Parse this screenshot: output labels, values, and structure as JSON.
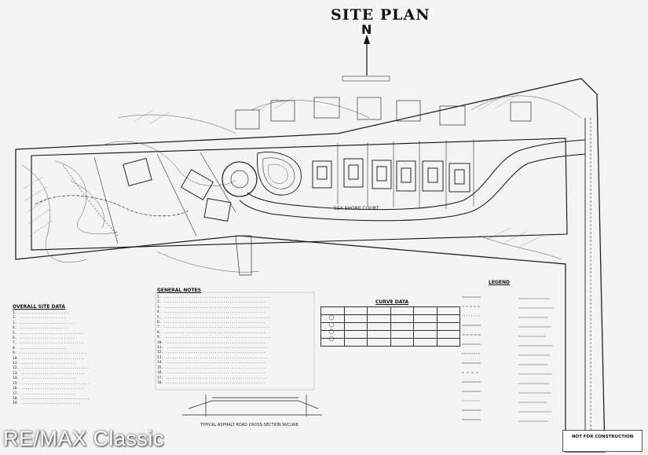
{
  "plan": {
    "title": "SITE PLAN",
    "north_marker": "N",
    "court_label": "SEA SHORE COURT",
    "overall_heading": "OVERALL SITE DATA",
    "general_heading": "GENERAL NOTES",
    "curve_heading": "CURVE DATA",
    "legend_heading": "LEGEND",
    "section_caption": "TYPICAL ASPHALT ROAD CROSS-SECTION W/CURB",
    "stamp": "NOT FOR CONSTRUCTION",
    "watermark": "RE/MAX Classic"
  }
}
